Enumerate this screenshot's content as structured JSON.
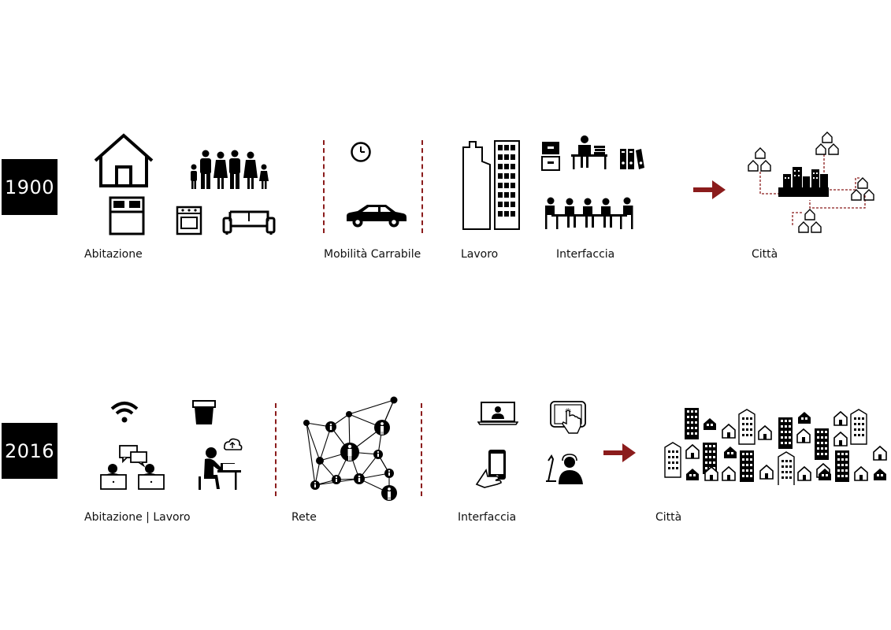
{
  "rows": [
    {
      "year": "1900",
      "labels": {
        "housing": "Abitazione",
        "mobility": "Mobilità Carrabile",
        "work": "Lavoro",
        "interface": "Interfaccia",
        "city": "Città"
      }
    },
    {
      "year": "2016",
      "labels": {
        "home_work": "Abitazione | Lavoro",
        "network": "Rete",
        "interface": "Interfaccia",
        "city": "Città"
      }
    }
  ],
  "colors": {
    "ink": "#000000",
    "accent": "#8b1c1c",
    "background": "#ffffff"
  }
}
